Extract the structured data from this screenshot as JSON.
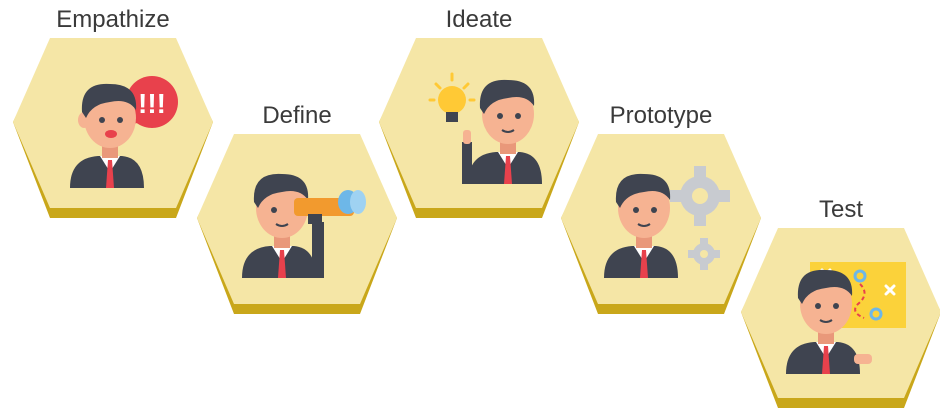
{
  "diagram": {
    "title": "",
    "colors": {
      "hex_fill": "#f5e6a6",
      "hex_shadow": "#c9a71a",
      "hair": "#3f4450",
      "skin": "#f6b392",
      "suit": "#3f4450",
      "tie": "#e8414c",
      "accent_yellow": "#ffc935",
      "binocular_orange": "#f29a2e",
      "binocular_blue": "#6db7e8",
      "gear_gray": "#c8cbd0",
      "map_yellow": "#fbd23a"
    },
    "steps": [
      {
        "label": "Empathize",
        "icon": "person-with-alert-bubble-icon",
        "alert_text": "!!!"
      },
      {
        "label": "Define",
        "icon": "person-with-binoculars-icon"
      },
      {
        "label": "Ideate",
        "icon": "person-with-lightbulb-icon"
      },
      {
        "label": "Prototype",
        "icon": "person-with-gears-icon"
      },
      {
        "label": "Test",
        "icon": "person-with-strategy-map-icon"
      }
    ]
  }
}
